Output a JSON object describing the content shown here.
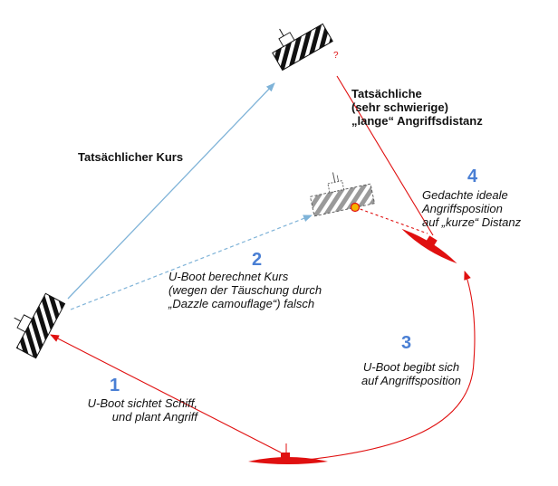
{
  "labels": {
    "actual_course": "Tatsächlicher Kurs",
    "actual_distance_line1": "Tatsächliche",
    "actual_distance_line2": "(sehr schwierige)",
    "actual_distance_line3": "„lange“ Angriffsdistanz",
    "question_mark": "?",
    "step1_number": "1",
    "step1_line1": "U-Boot sichtet Schiff,",
    "step1_line2": "und plant Angriff",
    "step2_number": "2",
    "step2_line1": "U-Boot berechnet Kurs",
    "step2_line2": "(wegen der Täuschung durch",
    "step2_line3": "„Dazzle camouflage“) falsch",
    "step3_number": "3",
    "step3_line1": "U-Boot begibt sich",
    "step3_line2": "auf Angriffsposition",
    "step4_number": "4",
    "step4_line1": "Gedachte ideale",
    "step4_line2": "Angriffsposition",
    "step4_line3": "auf „kurze“ Distanz"
  },
  "colors": {
    "submarine_red": "#e01010",
    "course_blue": "#7fb3d8",
    "step_number_blue": "#4a7fd4",
    "ship_stripes": "#111111",
    "ghost_ship_stripes": "#888888",
    "impact_marker": "#f5b400"
  }
}
